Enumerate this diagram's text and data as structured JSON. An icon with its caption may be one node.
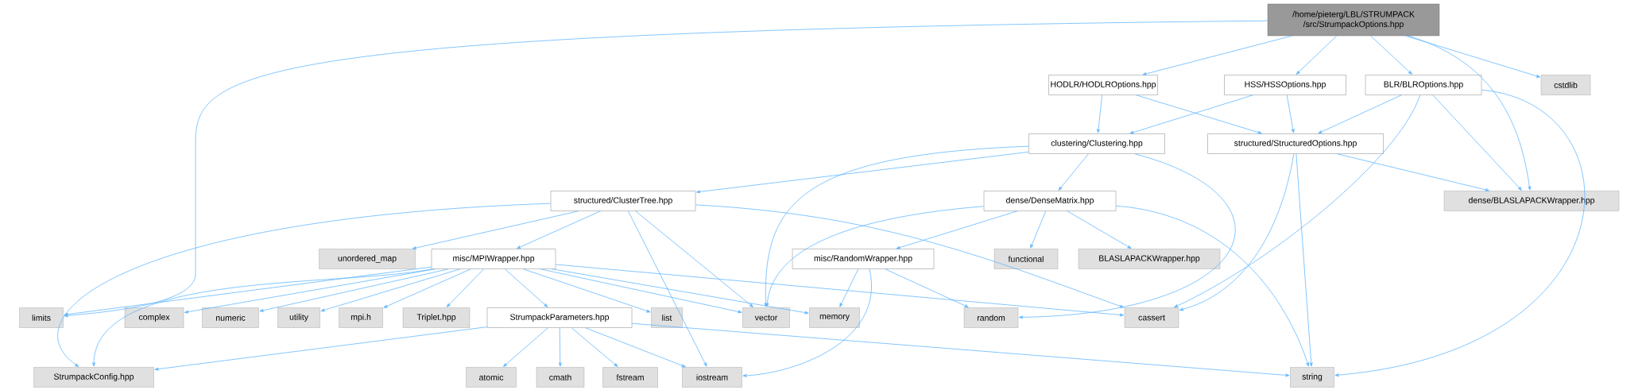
{
  "diagram": {
    "nodes": [
      {
        "text": [
          "/home/pieterg/LBL/STRUMPACK /src/StrumpackOptions.hpp"
        ]
      },
      {
        "text": [
          "HODLR/HODLROptions.hpp"
        ]
      },
      {
        "text": [
          "HSS/HSSOptions.hpp"
        ]
      },
      {
        "text": [
          "BLR/BLROptions.hpp"
        ]
      },
      {
        "text": [
          "cstdlib"
        ]
      },
      {
        "text": [
          "clustering/Clustering.hpp"
        ]
      },
      {
        "text": [
          "structured/StructuredOptions.hpp"
        ]
      },
      {
        "text": [
          "dense/BLASLAPACKWrapper.hpp"
        ]
      },
      {
        "text": [
          "structured/ClusterTree.hpp"
        ]
      },
      {
        "text": [
          "dense/DenseMatrix.hpp"
        ]
      },
      {
        "text": [
          "unordered_map"
        ]
      },
      {
        "text": [
          "misc/MPIWrapper.hpp"
        ]
      },
      {
        "text": [
          "misc/RandomWrapper.hpp"
        ]
      },
      {
        "text": [
          "functional"
        ]
      },
      {
        "text": [
          "BLASLAPACKWrapper.hpp"
        ]
      },
      {
        "text": [
          "limits"
        ]
      },
      {
        "text": [
          "complex"
        ]
      },
      {
        "text": [
          "numeric"
        ]
      },
      {
        "text": [
          "utility"
        ]
      },
      {
        "text": [
          "mpi.h"
        ]
      },
      {
        "text": [
          "Triplet.hpp"
        ]
      },
      {
        "text": [
          "StrumpackParameters.hpp"
        ]
      },
      {
        "text": [
          "list"
        ]
      },
      {
        "text": [
          "vector"
        ]
      },
      {
        "text": [
          "memory"
        ]
      },
      {
        "text": [
          "random"
        ]
      },
      {
        "text": [
          "cassert"
        ]
      },
      {
        "text": [
          "StrumpackConfig.hpp"
        ]
      },
      {
        "text": [
          "atomic"
        ]
      },
      {
        "text": [
          "cmath"
        ]
      },
      {
        "text": [
          "fstream"
        ]
      },
      {
        "text": [
          "iostream"
        ]
      },
      {
        "text": [
          "string"
        ]
      }
    ],
    "edges": [
      {
        "from": 0,
        "to": 15,
        "arrow": "to"
      },
      {
        "from": 0,
        "to": 1,
        "arrow": "to"
      },
      {
        "from": 0,
        "to": 2,
        "arrow": "to"
      },
      {
        "from": 0,
        "to": 3,
        "arrow": "to"
      },
      {
        "from": 0,
        "to": 4,
        "arrow": "to"
      },
      {
        "from": 0,
        "to": 7,
        "arrow": "to"
      },
      {
        "from": 1,
        "to": 5,
        "arrow": "to"
      },
      {
        "from": 1,
        "to": 6,
        "arrow": "to"
      },
      {
        "from": 2,
        "to": 5,
        "arrow": "to"
      },
      {
        "from": 2,
        "to": 6,
        "arrow": "to"
      },
      {
        "from": 3,
        "to": 6,
        "arrow": "to"
      },
      {
        "from": 3,
        "to": 26,
        "arrow": "to"
      },
      {
        "from": 3,
        "to": 7,
        "arrow": "to"
      },
      {
        "from": 3,
        "to": 32,
        "arrow": "to"
      },
      {
        "from": 5,
        "to": 8,
        "arrow": "to"
      },
      {
        "from": 5,
        "to": 9,
        "arrow": "to"
      },
      {
        "from": 5,
        "to": 23,
        "arrow": "to"
      },
      {
        "from": 5,
        "to": 25,
        "arrow": "to"
      },
      {
        "from": 6,
        "to": 7,
        "arrow": "to"
      },
      {
        "from": 6,
        "to": 26,
        "arrow": "to"
      },
      {
        "from": 6,
        "to": 32,
        "arrow": "to"
      },
      {
        "from": 8,
        "to": 27,
        "arrow": "to"
      },
      {
        "from": 8,
        "to": 10,
        "arrow": "to"
      },
      {
        "from": 8,
        "to": 11,
        "arrow": "to"
      },
      {
        "from": 8,
        "to": 31,
        "arrow": "to"
      },
      {
        "from": 8,
        "to": 23,
        "arrow": "to"
      },
      {
        "from": 8,
        "to": 26,
        "arrow": "to"
      },
      {
        "from": 9,
        "to": 23,
        "arrow": "to"
      },
      {
        "from": 9,
        "to": 12,
        "arrow": "to"
      },
      {
        "from": 9,
        "to": 13,
        "arrow": "to"
      },
      {
        "from": 9,
        "to": 14,
        "arrow": "to"
      },
      {
        "from": 9,
        "to": 32,
        "arrow": "to"
      },
      {
        "from": 11,
        "to": 15,
        "arrow": "to"
      },
      {
        "from": 11,
        "to": 16,
        "arrow": "to"
      },
      {
        "from": 11,
        "to": 17,
        "arrow": "to"
      },
      {
        "from": 11,
        "to": 18,
        "arrow": "to"
      },
      {
        "from": 11,
        "to": 19,
        "arrow": "to"
      },
      {
        "from": 11,
        "to": 20,
        "arrow": "to"
      },
      {
        "from": 11,
        "to": 21,
        "arrow": "to"
      },
      {
        "from": 11,
        "to": 22,
        "arrow": "to"
      },
      {
        "from": 11,
        "to": 23,
        "arrow": "to"
      },
      {
        "from": 11,
        "to": 24,
        "arrow": "to"
      },
      {
        "from": 11,
        "to": 26,
        "arrow": "to"
      },
      {
        "from": 11,
        "to": 27,
        "arrow": "to"
      },
      {
        "from": 12,
        "to": 24,
        "arrow": "to"
      },
      {
        "from": 12,
        "to": 25,
        "arrow": "to"
      },
      {
        "from": 12,
        "to": 31,
        "arrow": "to"
      },
      {
        "from": 21,
        "to": 27,
        "arrow": "to"
      },
      {
        "from": 21,
        "to": 28,
        "arrow": "to"
      },
      {
        "from": 21,
        "to": 29,
        "arrow": "to"
      },
      {
        "from": 21,
        "to": 30,
        "arrow": "to"
      },
      {
        "from": 21,
        "to": 31,
        "arrow": "to"
      },
      {
        "from": 21,
        "to": 32,
        "arrow": "to"
      }
    ]
  }
}
